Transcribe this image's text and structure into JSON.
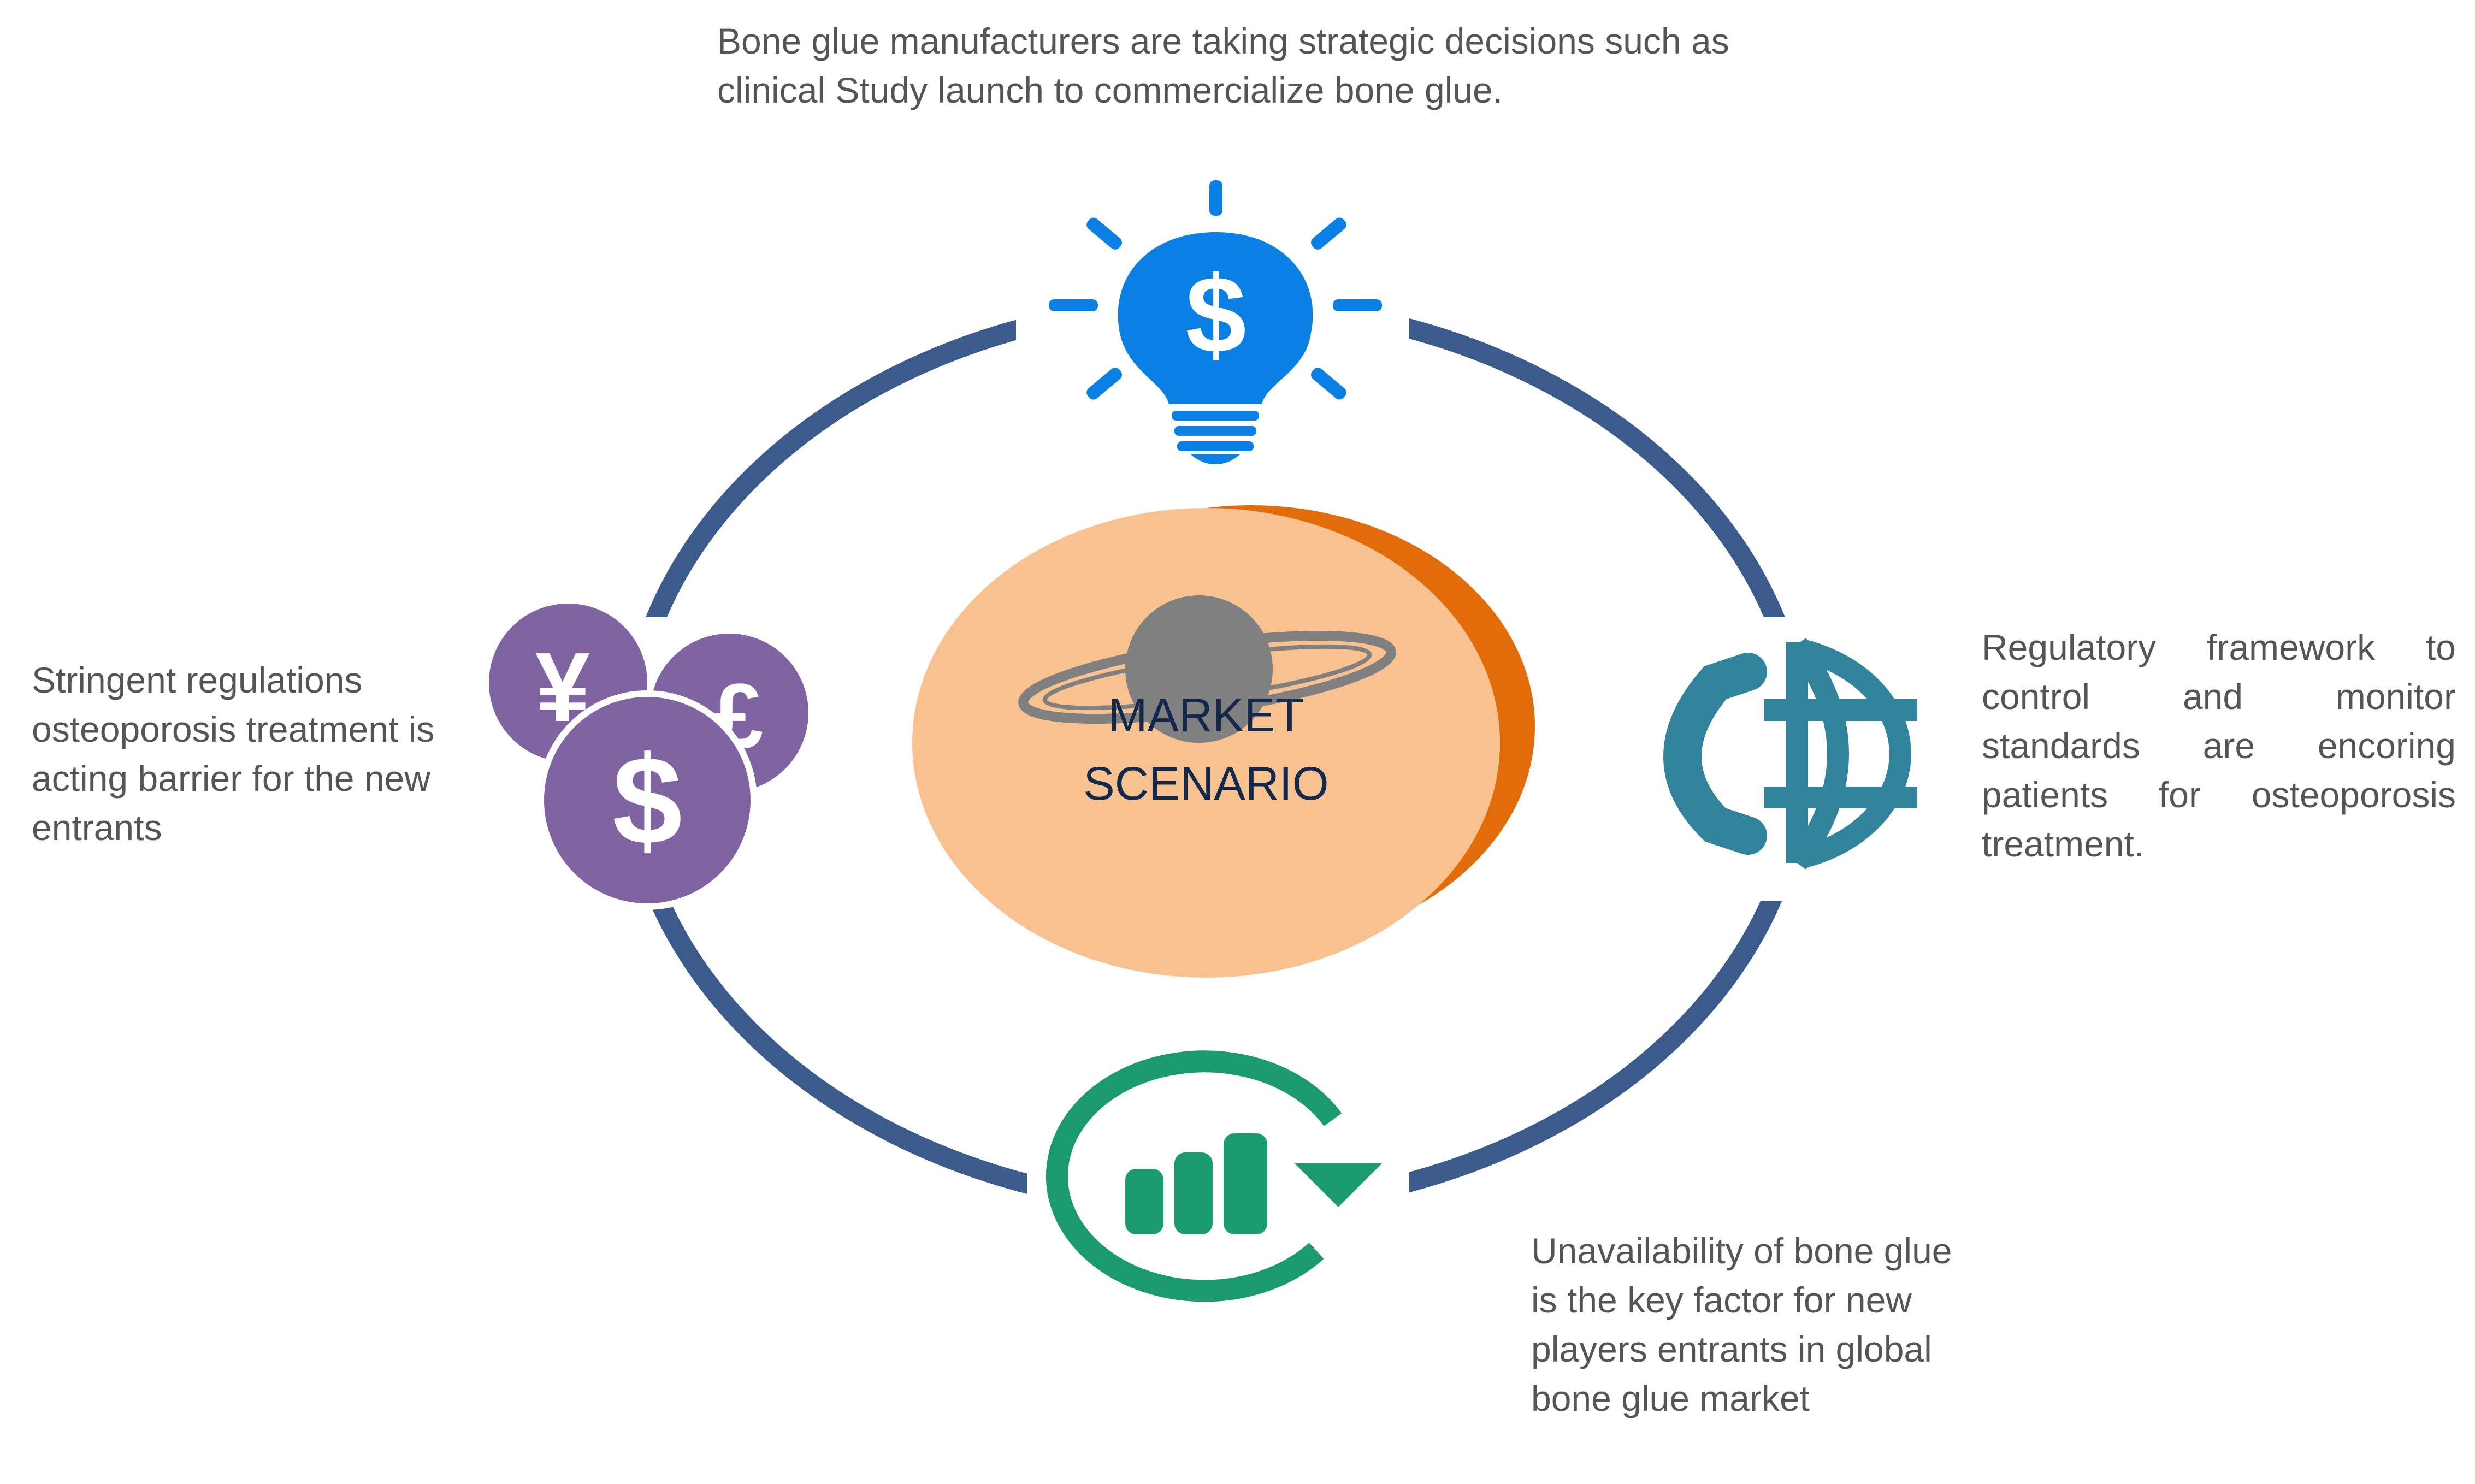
{
  "title": {
    "line1": "MARKET",
    "line2": "SCENARIO"
  },
  "nodes": {
    "top": {
      "icon": "lightbulb-dollar-icon",
      "text": "Bone glue manufacturers are taking strategic decisions such as clinical Study launch to commercialize bone glue."
    },
    "left": {
      "icon": "currency-coins-icon",
      "text": "Stringent regulations osteoporosis treatment is acting barrier for the new entrants"
    },
    "right": {
      "icon": "globe-phone-icon",
      "text": "Regulatory framework to control and monitor standards are encoring patients for osteoporosis treatment."
    },
    "bottom": {
      "icon": "growth-chart-cycle-icon",
      "text": "Unavailability of bone glue is the key factor for new players entrants in global bone glue market"
    }
  },
  "colors": {
    "ring": "#3a5b8c",
    "bulb": "#0a80e4",
    "coins": "#8064a2",
    "globe": "#31849b",
    "chart": "#1a9a6e",
    "disc_light": "#f8c290",
    "disc_dark": "#e36c0a",
    "planet": "#808080",
    "text": "#555555",
    "title": "#13294b"
  }
}
